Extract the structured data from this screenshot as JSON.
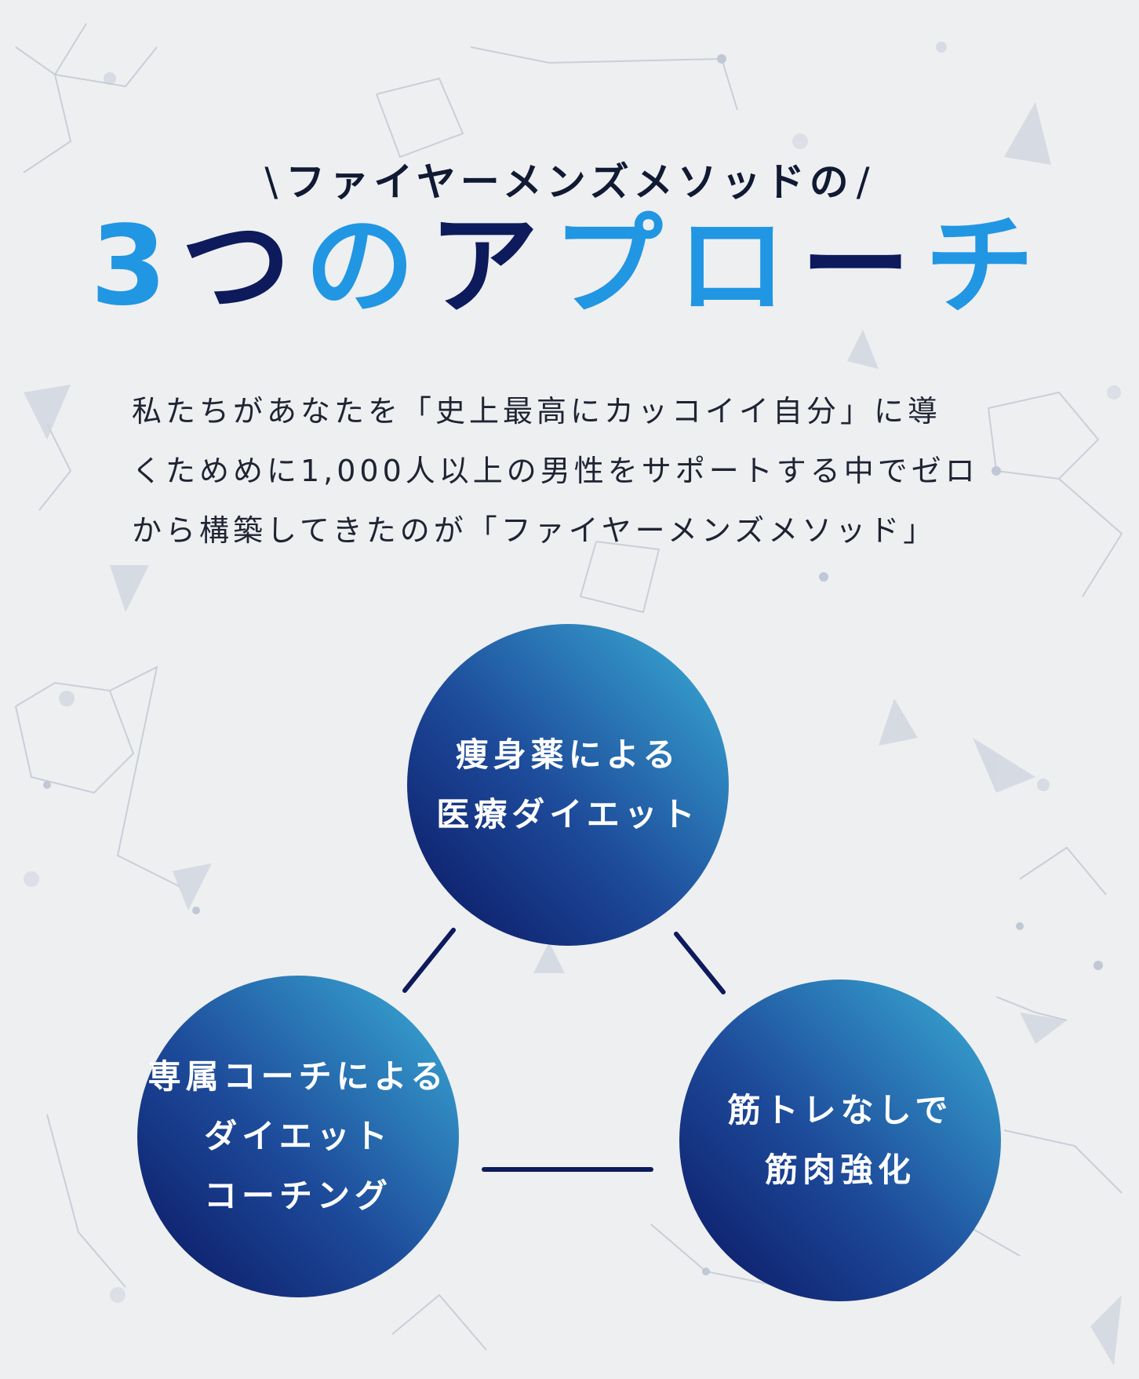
{
  "subtitle": {
    "slash_left": "\\",
    "text": "ファイヤーメンズメソッドの",
    "slash_right": "/"
  },
  "title": {
    "chars": [
      {
        "text": "3",
        "color": "#2196e3"
      },
      {
        "text": "つ",
        "color": "#0d1a5c"
      },
      {
        "text": "の",
        "color": "#2196e3"
      },
      {
        "text": "ア",
        "color": "#0d1a5c"
      },
      {
        "text": "プ",
        "color": "#2196e3"
      },
      {
        "text": "ロ",
        "color": "#2196e3"
      },
      {
        "text": "ー",
        "color": "#0d1a5c"
      },
      {
        "text": "チ",
        "color": "#2196e3"
      }
    ]
  },
  "intro": {
    "lines": [
      "私たちがあなたを「史上最高にカッコイイ自分」に導",
      "くためめに1,000人以上の男性をサポートする中でゼロ",
      "から構築してきたのが「ファイヤーメンズメソッド」"
    ]
  },
  "approaches": [
    {
      "lines": [
        "痩身薬による",
        "医療ダイエット"
      ]
    },
    {
      "lines": [
        "専属コーチによる",
        "ダイエット",
        "コーチング"
      ]
    },
    {
      "lines": [
        "筋トレなしで",
        "筋肉強化"
      ]
    }
  ],
  "colors": {
    "background": "#eeeff1",
    "dark_navy": "#0d1a5c",
    "bright_blue": "#2196e3",
    "connector": "#0d1a5c"
  }
}
